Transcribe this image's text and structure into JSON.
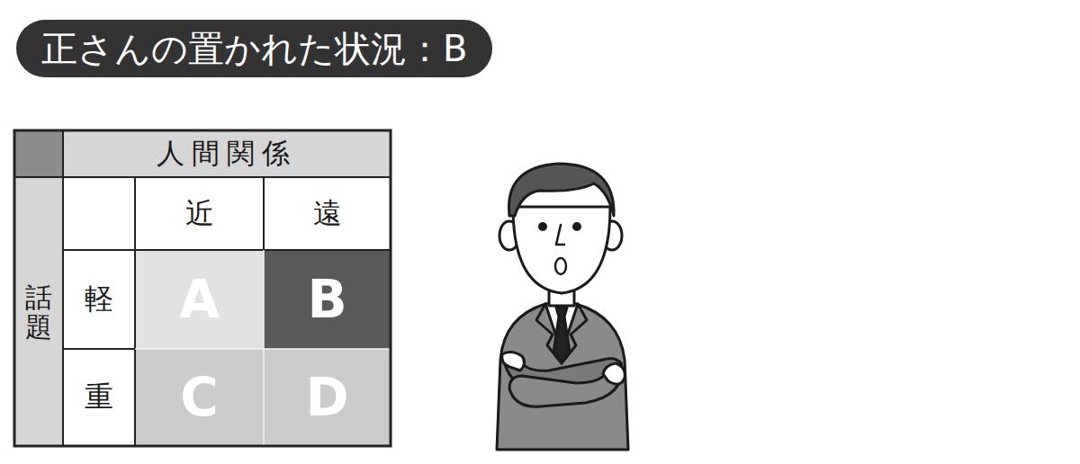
{
  "diagram": {
    "title": "正さんの置かれた状況：B",
    "labels": [
      "人間関係",
      "近",
      "遠",
      "話題",
      "軽",
      "A",
      "B",
      "重",
      "C",
      "D"
    ]
  }
}
